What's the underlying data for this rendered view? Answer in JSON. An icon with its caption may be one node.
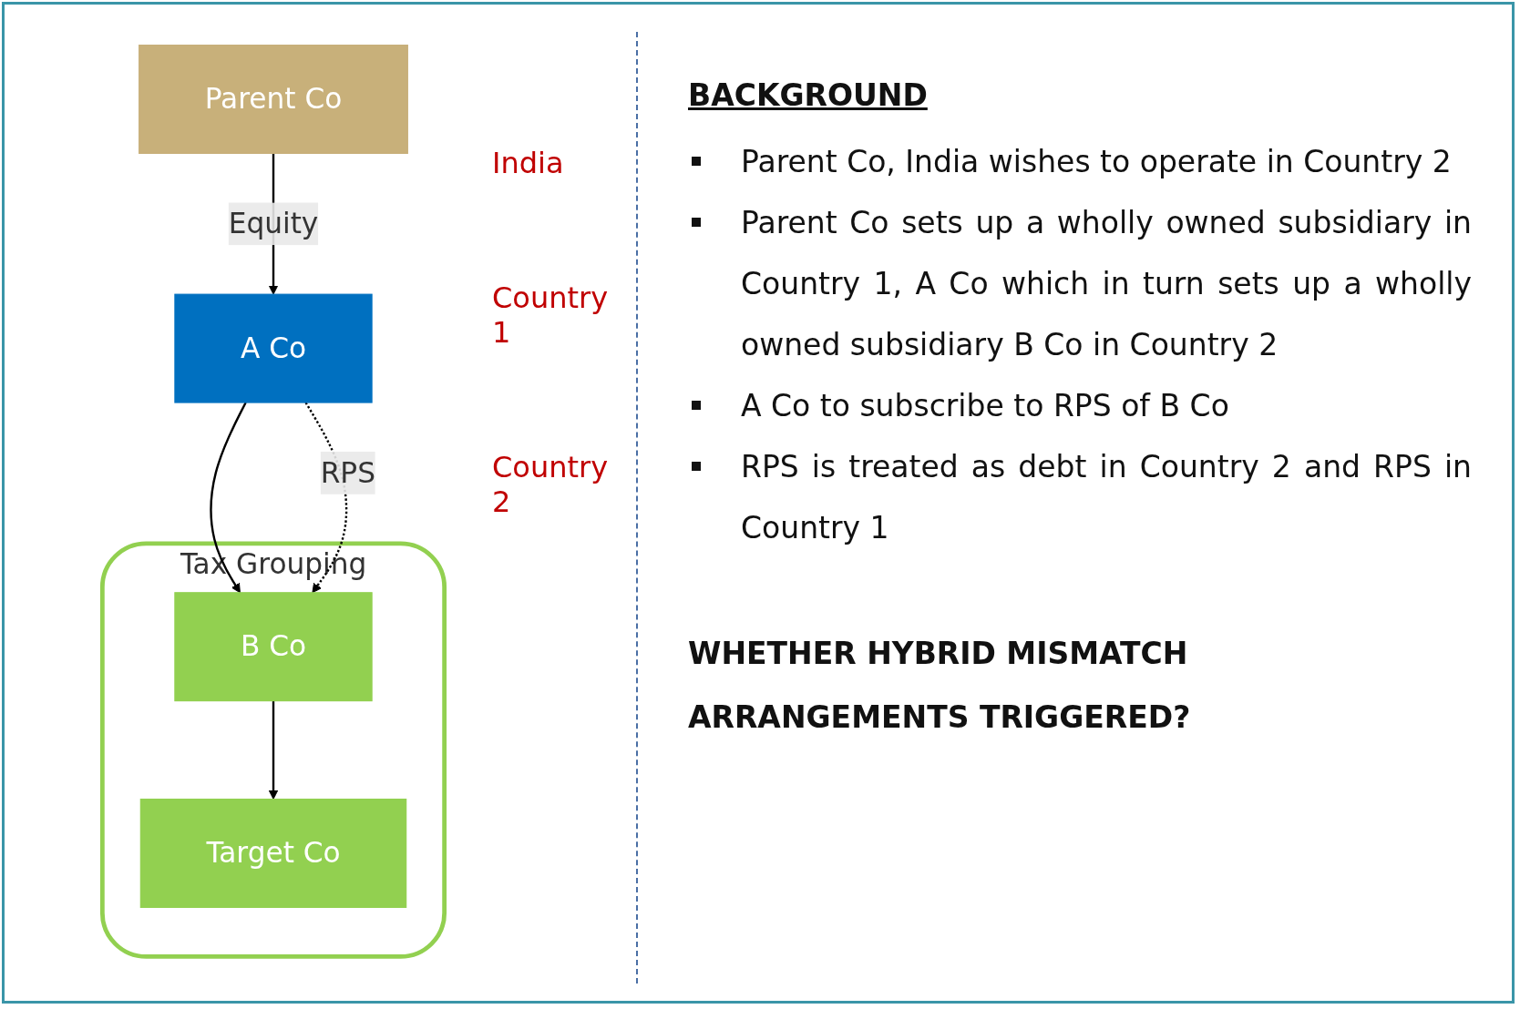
{
  "diagram": {
    "nodes": [
      {
        "text": [
          "Parent Co"
        ]
      },
      {
        "text": [
          "A Co"
        ]
      },
      {
        "text": [
          "Tax Grouping"
        ]
      },
      {
        "text": [
          "B Co"
        ],
        "in": 2
      },
      {
        "text": [
          "Target Co"
        ],
        "in": 2
      }
    ],
    "edges": [
      {
        "from": 0,
        "to": 1,
        "arrow": "to",
        "label": "Equity"
      },
      {
        "from": 1,
        "to": 3,
        "arrow": "to"
      },
      {
        "from": 1,
        "to": 3,
        "arrow": "to",
        "label": "RPS",
        "style": "dashed"
      },
      {
        "from": 3,
        "to": 4,
        "arrow": "to"
      }
    ],
    "labels": [
      "India",
      "Country 1",
      "Country 2",
      "BACKGROUND",
      "Parent Co, India wishes to operate in Country 2",
      "Parent Co sets up a wholly owned subsidiary in Country 1, A Co which in turn sets up a wholly owned subsidiary B Co in Country 2",
      "A Co to subscribe to RPS of B Co",
      "RPS is treated as debt in Country 2 and RPS in Country 1",
      "WHETHER HYBRID MISMATCH ARRANGEMENTS TRIGGERED?"
    ]
  }
}
